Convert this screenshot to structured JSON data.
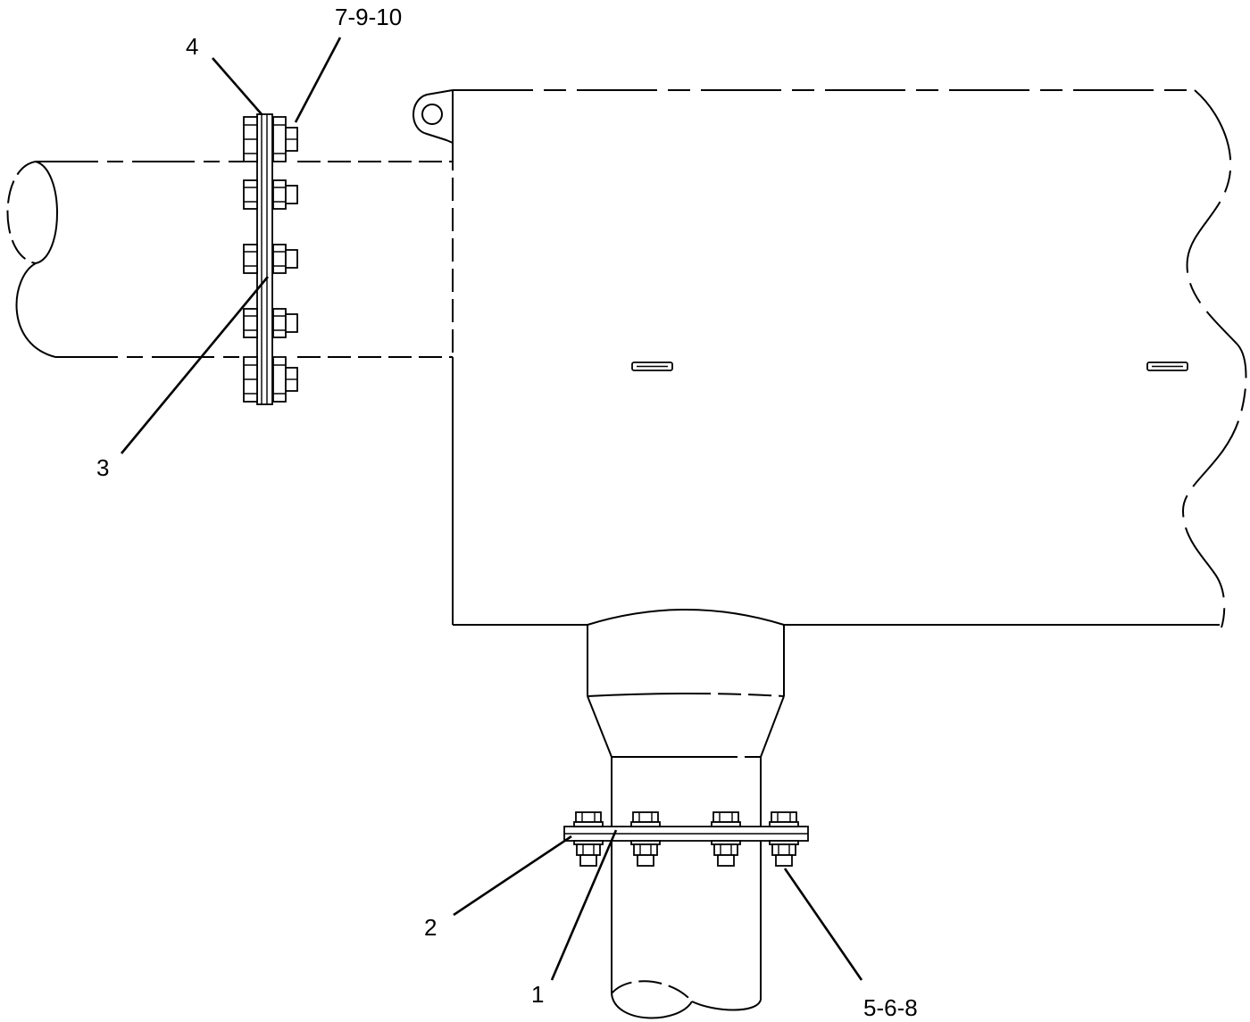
{
  "diagram": {
    "callouts": [
      "7-9-10",
      "4",
      "3",
      "2",
      "1",
      "5-6-8"
    ]
  },
  "colors": {
    "line": "#000000",
    "background": "#ffffff"
  }
}
